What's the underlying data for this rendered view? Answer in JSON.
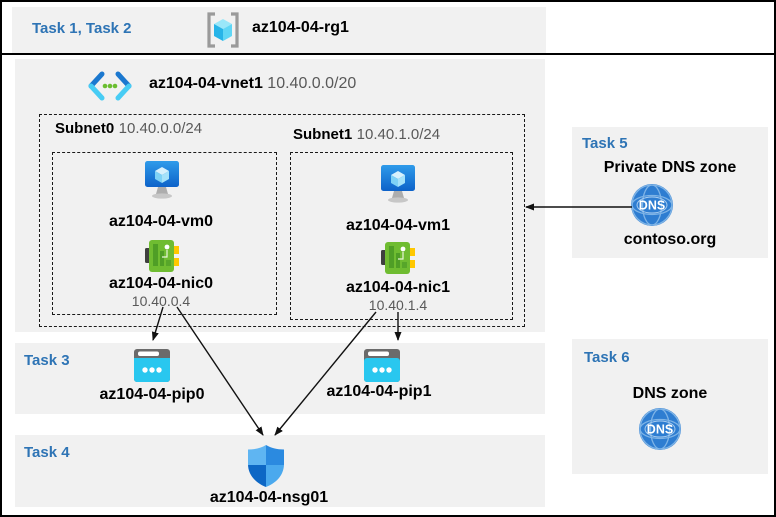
{
  "header": {
    "task_label": "Task 1, Task 2",
    "rg_name": "az104-04-rg1"
  },
  "vnet": {
    "name": "az104-04-vnet1",
    "cidr": "10.40.0.0/20",
    "subnets": [
      {
        "name": "Subnet0",
        "cidr": "10.40.0.0/24",
        "vm": "az104-04-vm0",
        "nic": "az104-04-nic0",
        "ip": "10.40.0.4"
      },
      {
        "name": "Subnet1",
        "cidr": "10.40.1.0/24",
        "vm": "az104-04-vm1",
        "nic": "az104-04-nic1",
        "ip": "10.40.1.4"
      }
    ]
  },
  "task3": {
    "label": "Task 3",
    "pips": [
      "az104-04-pip0",
      "az104-04-pip1"
    ]
  },
  "task4": {
    "label": "Task 4",
    "nsg": "az104-04-nsg01"
  },
  "task5": {
    "label": "Task 5",
    "title": "Private DNS zone",
    "zone": "contoso.org",
    "icon_text": "DNS"
  },
  "task6": {
    "label": "Task 6",
    "title": "DNS zone",
    "icon_text": "DNS"
  },
  "icons": {
    "resource_group": "resource-group-icon",
    "vnet": "vnet-icon",
    "vm": "vm-icon",
    "nic": "nic-icon",
    "public_ip": "public-ip-icon",
    "nsg": "nsg-shield-icon",
    "dns": "dns-globe-icon"
  },
  "colors": {
    "task_blue": "#2E74B5",
    "band_gray": "#f1f1f1",
    "muted_text": "#595959",
    "arrow": "#111111"
  }
}
